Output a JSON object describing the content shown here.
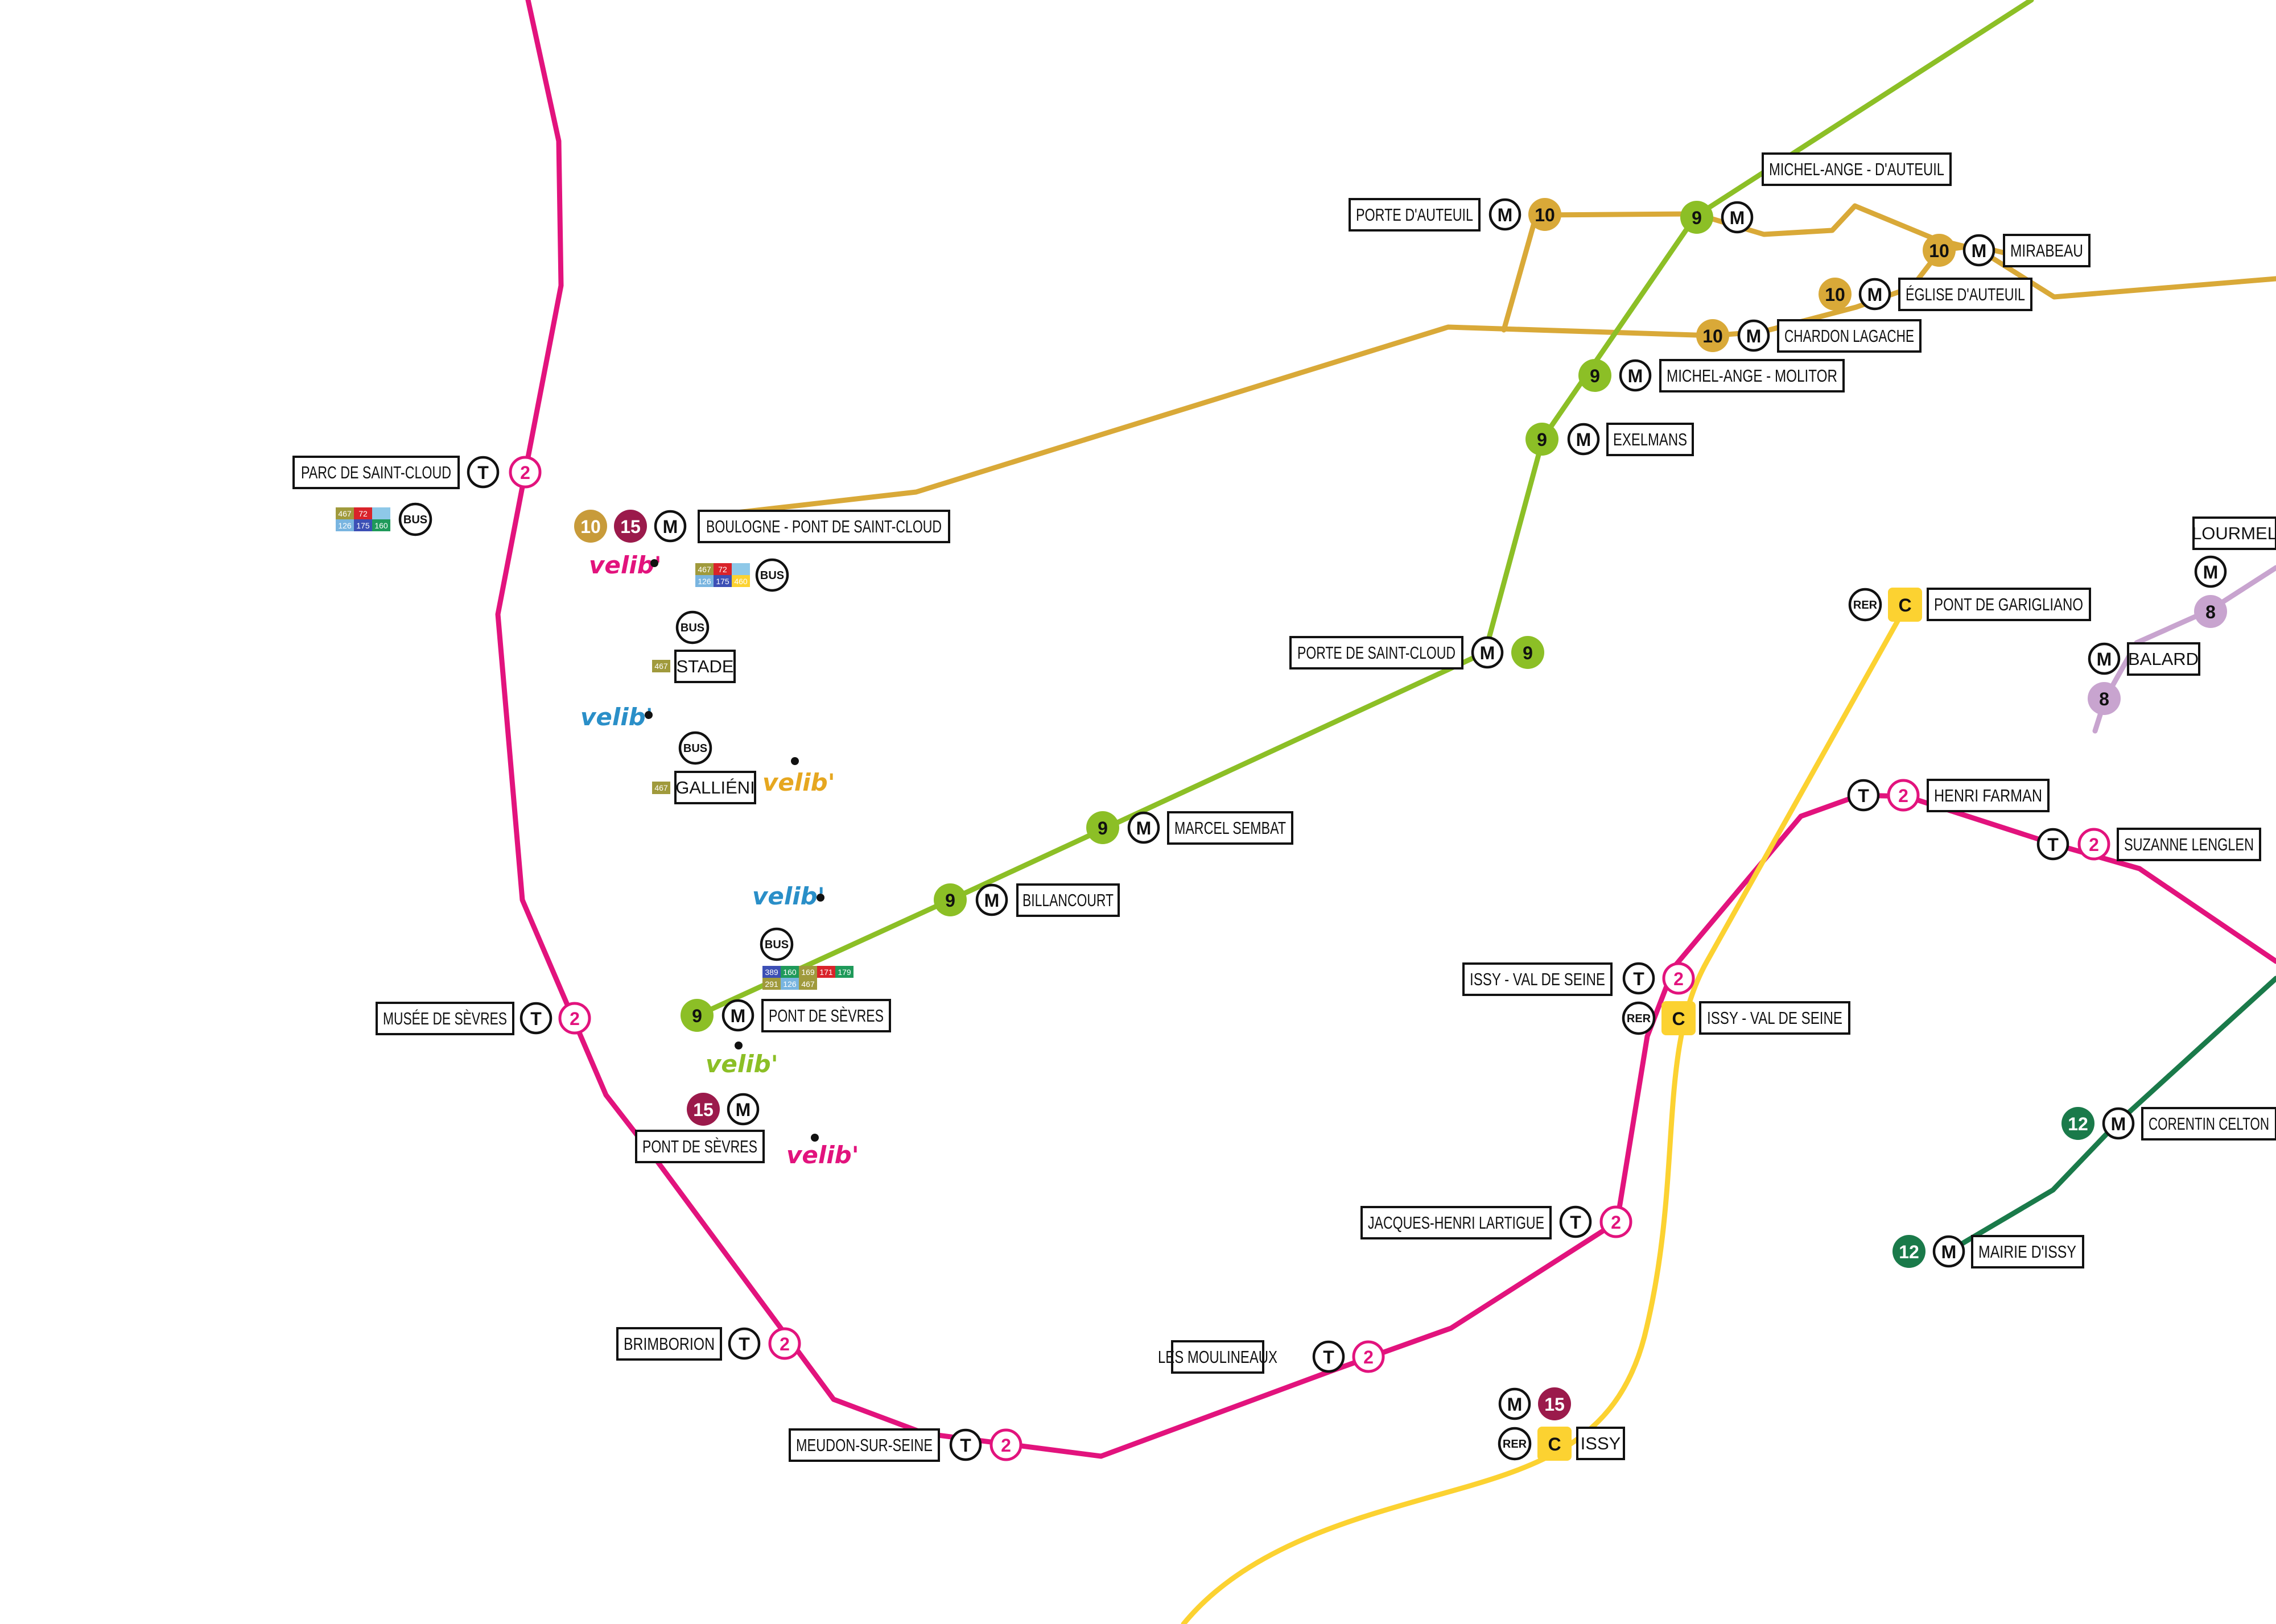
{
  "colors": {
    "tram_t2": "#e2137d",
    "metro_9": "#8cbf26",
    "metro_10": "#d9a938",
    "metro_8": "#c8a4cf",
    "metro_12": "#1a7a4a",
    "metro_15": "#9b1a4b",
    "rer_c": "#fcd231",
    "metro_10_badge": "#c89b3a"
  },
  "lines": {
    "t2": "2",
    "m9": "9",
    "m10": "10",
    "m8": "8",
    "m12": "12",
    "m15": "15",
    "rer_c": "C"
  },
  "symbols": {
    "tram": "T",
    "metro": "M",
    "rer": "RER",
    "bus": "BUS",
    "velib": "velib'"
  },
  "stations": {
    "parc_de_saint_cloud": "PARC DE SAINT-CLOUD",
    "musee_de_sevres": "MUSÉE DE SÈVRES",
    "brimborion": "BRIMBORION",
    "meudon_sur_seine": "MEUDON-SUR-SEINE",
    "les_moulineaux": "LES MOULINEAUX",
    "jacques_henri_lartigue": "JACQUES-HENRI LARTIGUE",
    "issy_val_de_seine_tram": "ISSY - VAL DE SEINE",
    "issy_val_de_seine_rer": "ISSY - VAL DE SEINE",
    "henri_farman": "HENRI FARMAN",
    "suzanne_lenglen": "SUZANNE LENGLEN",
    "issy": "ISSY",
    "pont_de_garigliano": "PONT DE GARIGLIANO",
    "corentin_celton": "CORENTIN CELTON",
    "mairie_d_issy": "MAIRIE D'ISSY",
    "lourmel": "LOURMEL",
    "balard": "BALARD",
    "boulogne_pont_de_saint_cloud": "BOULOGNE - PONT DE SAINT-CLOUD",
    "stade": "STADE",
    "gallieni": "GALLIÉNI",
    "pont_de_sevres_m9": "PONT DE SÈVRES",
    "pont_de_sevres_m15": "PONT DE SÈVRES",
    "billancourt": "BILLANCOURT",
    "marcel_sembat": "MARCEL SEMBAT",
    "porte_de_saint_cloud": "PORTE DE SAINT-CLOUD",
    "exelmans": "EXELMANS",
    "michel_ange_molitor": "MICHEL-ANGE - MOLITOR",
    "chardon_lagache": "CHARDON LAGACHE",
    "eglise_d_auteuil": "ÉGLISE D'AUTEUIL",
    "mirabeau": "MIRABEAU",
    "michel_ange_d_auteuil": "MICHEL-ANGE - D'AUTEUIL",
    "porte_d_auteuil": "PORTE D'AUTEUIL"
  },
  "bus_routes": {
    "parc_de_saint_cloud": [
      "467",
      "72",
      "",
      "126",
      "175",
      "160"
    ],
    "boulogne_pont_de_saint_cloud": [
      "467",
      "72",
      "",
      "126",
      "175",
      "460"
    ],
    "stade": [
      "467"
    ],
    "gallieni": [
      "467"
    ],
    "pont_de_sevres": [
      "389",
      "160",
      "169",
      "171",
      "179",
      "291",
      "126",
      "467"
    ]
  },
  "bus_route_colors": [
    "#a09a3c",
    "#d9232a",
    "#8ec8e8",
    "#79b5e0",
    "#3c4fb5",
    "#1f9a5a",
    "#a09a3c",
    "#d9232a",
    "#8ec8e8",
    "#3c4fb5"
  ]
}
